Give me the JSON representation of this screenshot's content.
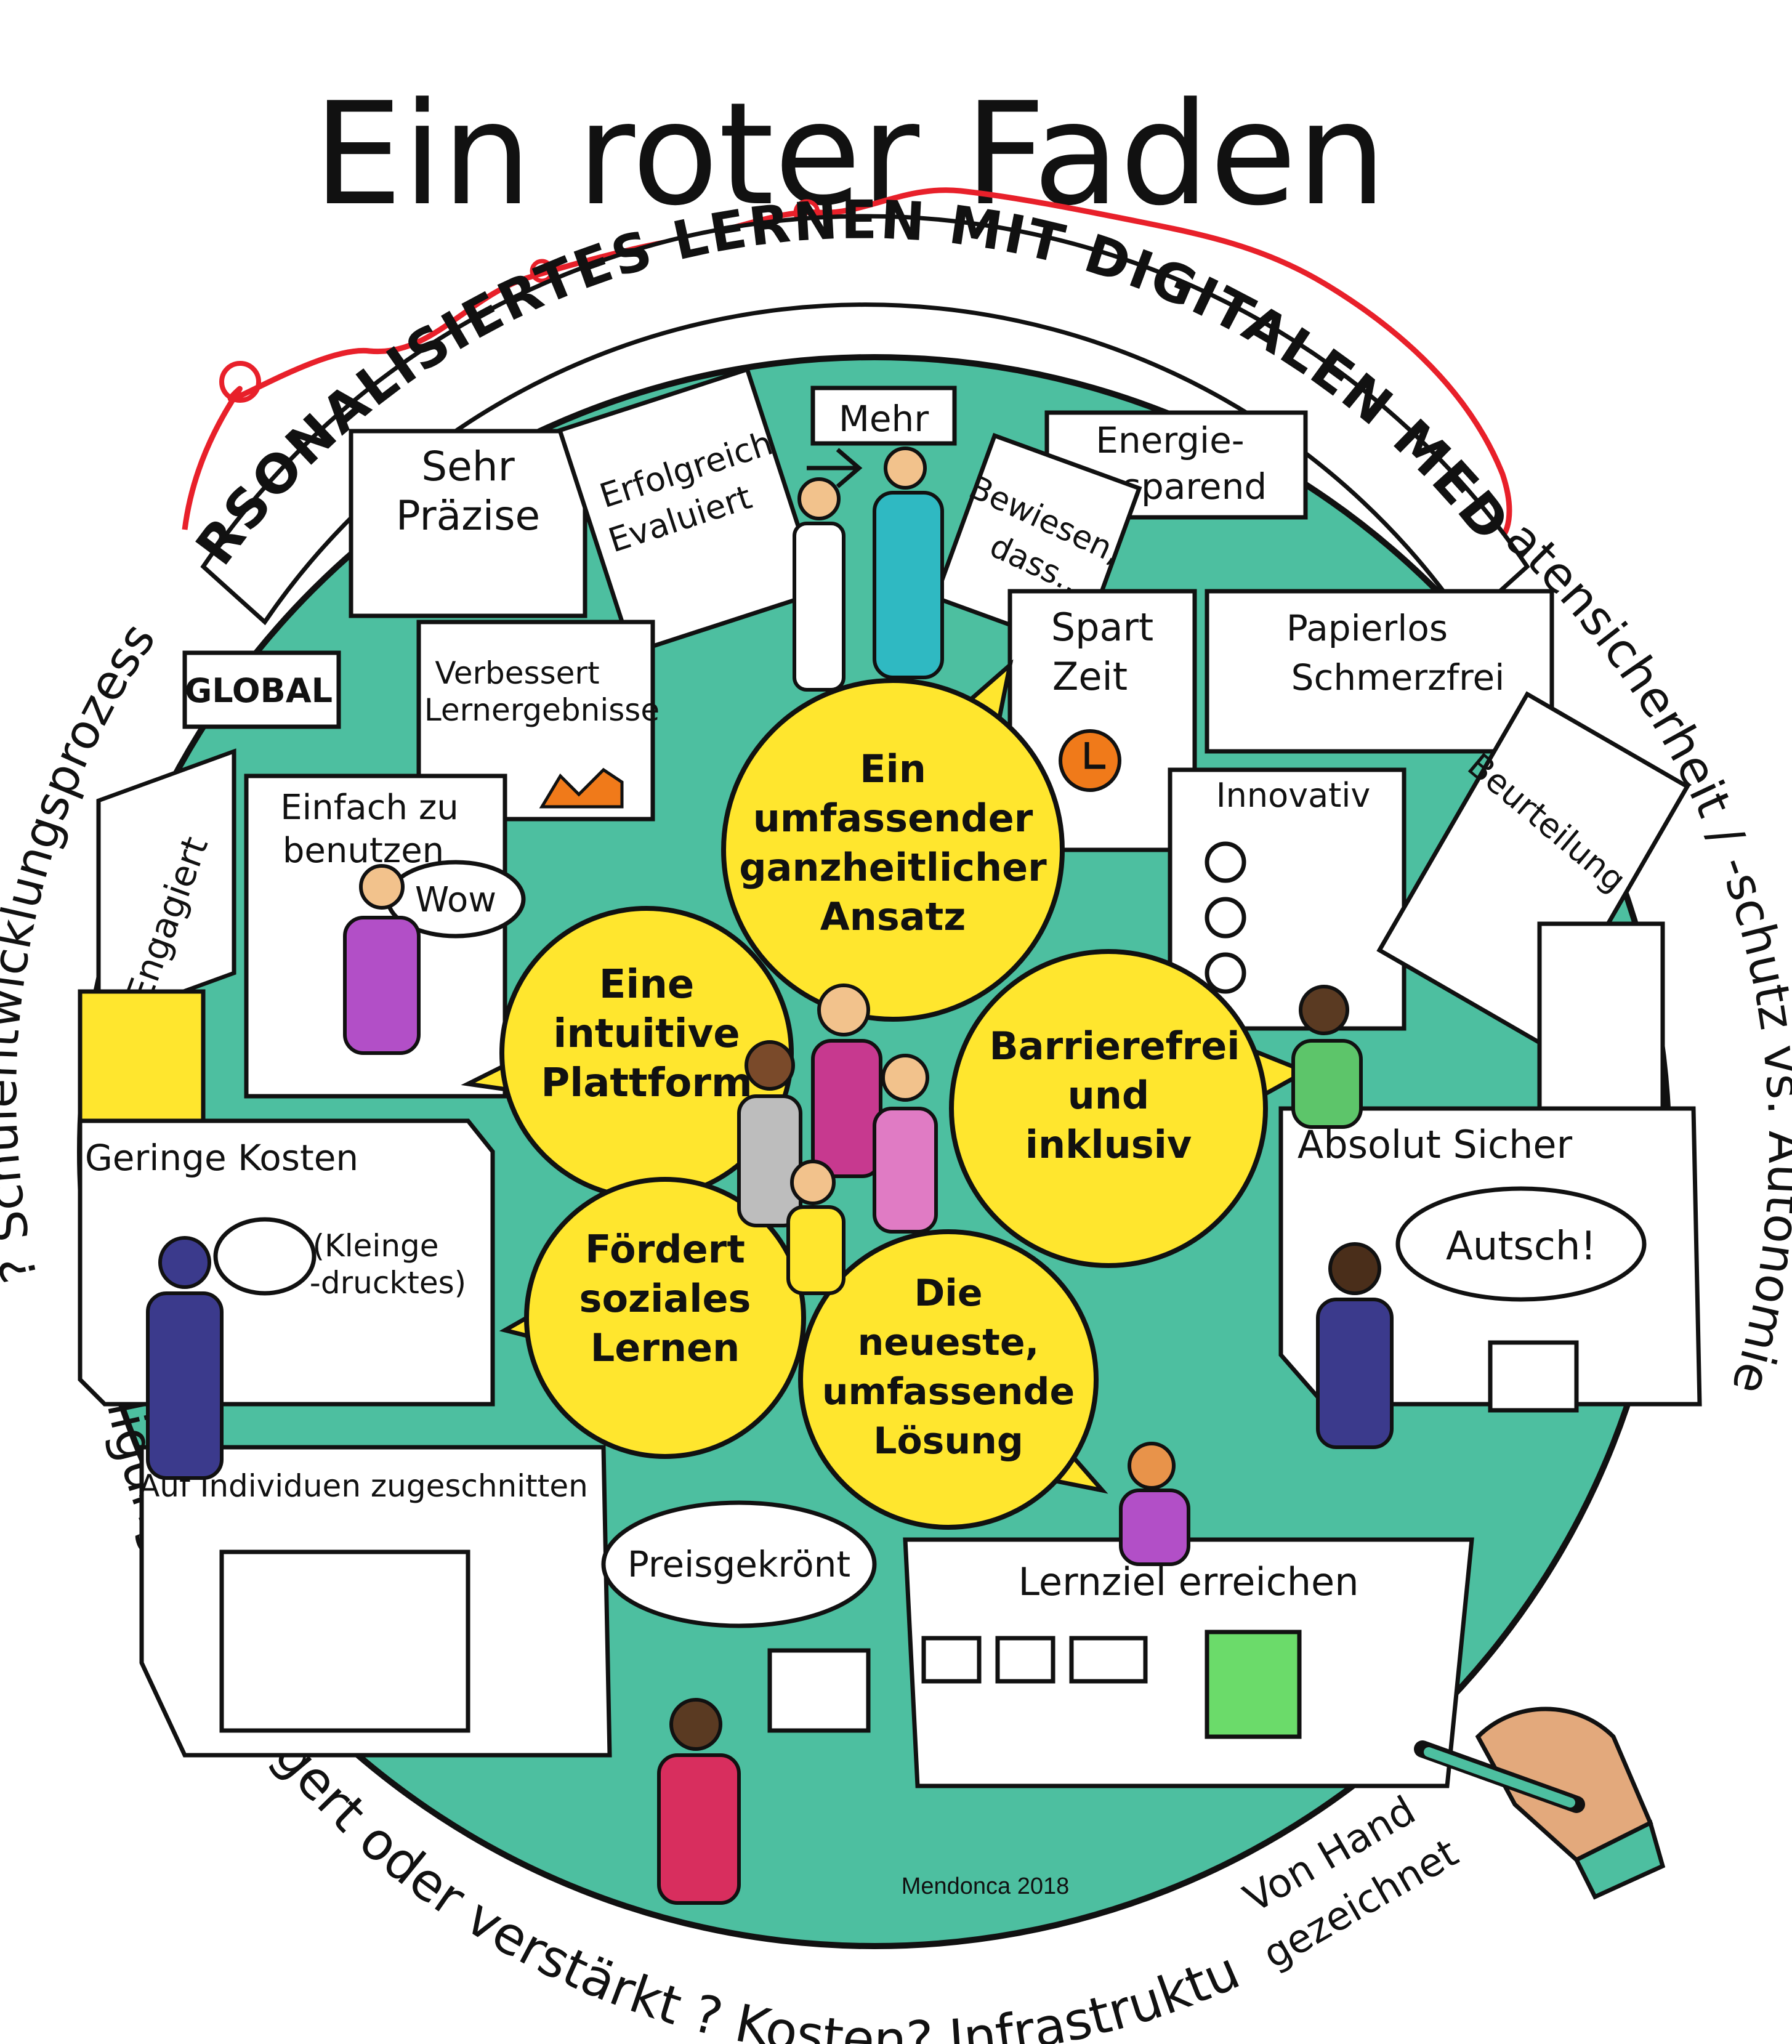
{
  "title": "Ein roter Faden",
  "arc_heading": "PERSONALISIERTES LERNEN MIT DIGITALEN MEDIEN",
  "left_ring": "? Schulentwicklungsprozess",
  "right_ring": "Datensicherheit / -schutz vs. Autonomie ?",
  "bottom_ring": "Benachteiligungen verringert oder verstärkt ? Kosten? Infrastruktur?",
  "colors": {
    "floor": "#4DBFA0",
    "bubble": "#FFE62E",
    "thread": "#E8202A",
    "ink": "#111111"
  },
  "signs": {
    "mehr": "Mehr",
    "energie_1": "Energie-",
    "energie_2": "sparend",
    "sehr": "Sehr",
    "praezise": "Präzise",
    "erfolgreich": "Erfolgreich",
    "evaluiert": "Evaluiert",
    "bewiesen_1": "Bewiesen,",
    "bewiesen_2": "dass...",
    "spart_1": "Spart",
    "spart_2": "Zeit",
    "papierlos": "Papierlos",
    "schmerzfrei": "Schmerzfrei",
    "global": "GLOBAL",
    "verbessert": "Verbessert",
    "lernergebnisse": "Lernergebnisse",
    "einfach_1": "Einfach zu",
    "einfach_2": "benutzen",
    "wow": "Wow",
    "engagiert": "Engagiert",
    "innovativ": "Innovativ",
    "beurteilung": "Beurteilung",
    "geringe_kosten": "Geringe Kosten",
    "kleinge_1": "(Kleinge",
    "kleinge_2": "-drucktes)",
    "absolut_sicher": "Absolut Sicher",
    "autsch": "Autsch!",
    "individuen": "Auf Individuen zugeschnitten",
    "preisgekroent": "Preisgekrönt",
    "lernziel": "Lernziel erreichen"
  },
  "bubbles": {
    "b1": [
      "Ein",
      "umfassender",
      "ganzheitlicher",
      "Ansatz"
    ],
    "b2": [
      "Eine",
      "intuitive",
      "Plattform"
    ],
    "b3": [
      "Barrierefrei",
      "und",
      "inklusiv"
    ],
    "b4": [
      "Fördert",
      "soziales",
      "Lernen"
    ],
    "b5": [
      "Die",
      "neueste,",
      "umfassende",
      "Lösung"
    ]
  },
  "hand_label_1": "Von Hand",
  "hand_label_2": "gezeichnet",
  "credit": "Mendonca 2018"
}
